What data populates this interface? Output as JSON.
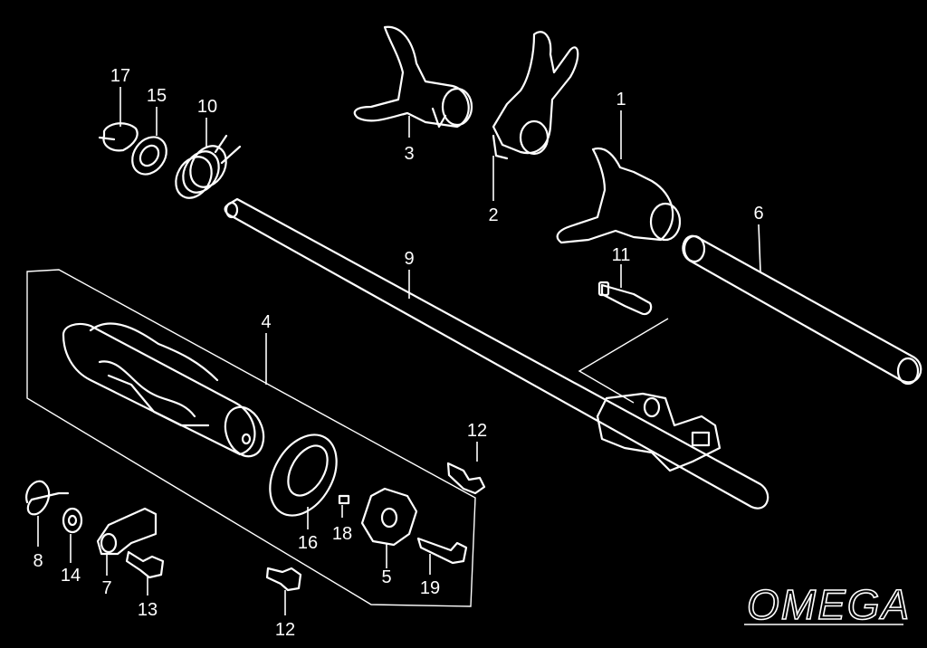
{
  "labels": [
    {
      "id": "p17",
      "text": "17"
    },
    {
      "id": "p15",
      "text": "15"
    },
    {
      "id": "p10",
      "text": "10"
    },
    {
      "id": "p3",
      "text": "3"
    },
    {
      "id": "p2",
      "text": "2"
    },
    {
      "id": "p1",
      "text": "1"
    },
    {
      "id": "p6",
      "text": "6"
    },
    {
      "id": "p9",
      "text": "9"
    },
    {
      "id": "p11",
      "text": "11"
    },
    {
      "id": "p4",
      "text": "4"
    },
    {
      "id": "p12a",
      "text": "12"
    },
    {
      "id": "p16",
      "text": "16"
    },
    {
      "id": "p18",
      "text": "18"
    },
    {
      "id": "p5",
      "text": "5"
    },
    {
      "id": "p19",
      "text": "19"
    },
    {
      "id": "p12b",
      "text": "12"
    },
    {
      "id": "p8",
      "text": "8"
    },
    {
      "id": "p14",
      "text": "14"
    },
    {
      "id": "p7",
      "text": "7"
    },
    {
      "id": "p13",
      "text": "13"
    }
  ],
  "watermark": "OMEGA"
}
